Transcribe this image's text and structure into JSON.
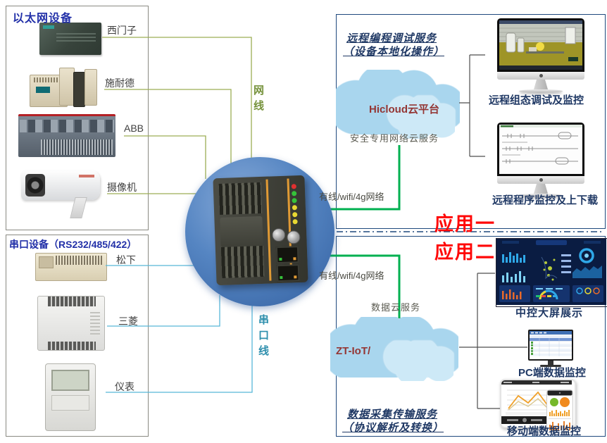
{
  "ethernet_box": {
    "title": "以太网设备",
    "devices": [
      {
        "name": "siemens",
        "label": "西门子"
      },
      {
        "name": "schneider",
        "label": "施耐德"
      },
      {
        "name": "abb",
        "label": "ABB"
      },
      {
        "name": "camera",
        "label": "摄像机"
      }
    ]
  },
  "serial_box": {
    "title": "串口设备（RS232/485/422）",
    "devices": [
      {
        "name": "panasonic",
        "label": "松下"
      },
      {
        "name": "mitsubishi",
        "label": "三菱"
      },
      {
        "name": "meter",
        "label": "仪表"
      }
    ]
  },
  "cables": {
    "ethernet_label": "网线",
    "serial_label": "串口线",
    "uplink_top_label": "有线/wifi/4g网络",
    "uplink_bottom_label": "有线/wifi/4g网络"
  },
  "app1": {
    "badge": "应用一",
    "service_title_line1": "远程编程调试服务",
    "service_title_line2": "（设备本地化操作）",
    "cloud_name": "Hicloud云平台",
    "cloud_caption": "安全专用网络云服务",
    "monitor1_label": "远程组态调试及监控",
    "monitor2_label": "远程程序监控及上下载"
  },
  "app2": {
    "badge": "应用二",
    "cloud_caption": "数据云服务",
    "cloud_name": "ZT-IoT/",
    "bigscreen_label": "中控大屏展示",
    "pc_label": "PC端数据监控",
    "mobile_label": "移动端数据监控",
    "service_title_line1": "数据采集传输服务",
    "service_title_line2": "（协议解析及转换）"
  },
  "icons": {
    "cloud": "puffy-cloud",
    "monitor": "imac-monitor",
    "gateway": "industrial-gateway-on-blue-circle"
  },
  "colors": {
    "ethernet_cable_green": "#9cad54",
    "serial_cable_blue": "#58b6d8",
    "uplink_green": "#00B050",
    "badge_red": "#ff0707",
    "box_title_blue": "#2230a8",
    "label_navy": "#1F3864",
    "cloud_brand_red": "#943634",
    "cloud_fill_blue": "#A9D6EE",
    "app_border_navy": "#1F497D"
  }
}
